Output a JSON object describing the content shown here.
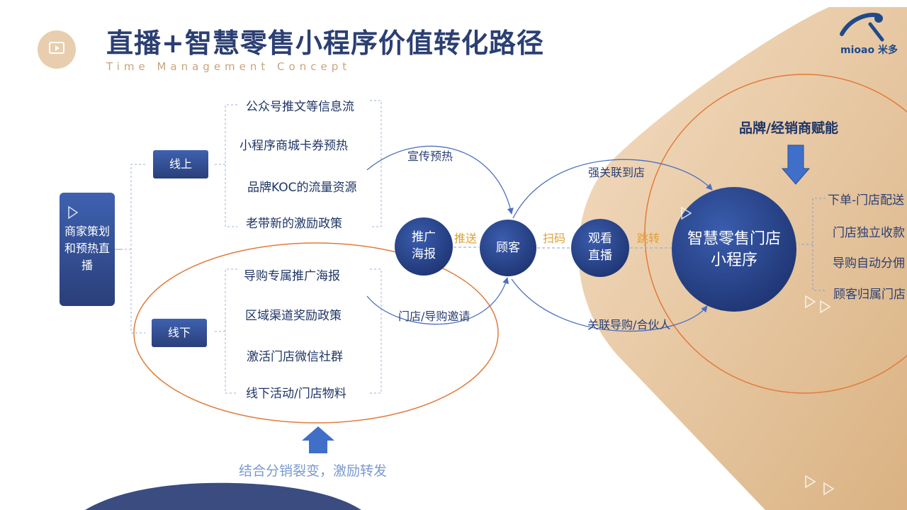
{
  "header": {
    "title": "直播+智慧零售小程序价值转化路径",
    "subtitle": "Time Management Concept"
  },
  "logo": {
    "text": "mioao 米多"
  },
  "diagram": {
    "start_node": "商家策划和预热直播",
    "online_label": "线上",
    "offline_label": "线下",
    "online_items": [
      "公众号推文等信息流",
      "小程序商城卡券预热",
      "品牌KOC的流量资源",
      "老带新的激励政策"
    ],
    "offline_items": [
      "导购专属推广海报",
      "区域渠道奖励政策",
      "激活门店微信社群",
      "线下活动/门店物料"
    ],
    "promo_poster": "推广海报",
    "customer": "顾客",
    "watch_live": "观看直播",
    "store_program": "智慧零售门店小程序",
    "edges": {
      "promo_warmup": "宣传预热",
      "push": "推送",
      "scan": "扫码",
      "jump": "跳转",
      "store_invite": "门店/导购邀请",
      "strong_link": "强关联到店",
      "guide_partner": "关联导购/合伙人"
    },
    "brand_empower": "品牌/经销商赋能",
    "right_items": [
      "下单-门店配送",
      "门店独立收款",
      "导购自动分佣",
      "顾客归属门店"
    ],
    "footer": "结合分销裂变，激励转发"
  },
  "colors": {
    "navy": "#2b3f73",
    "blue_circle": "#2a4a95",
    "tan": "#e9c9a0",
    "orange_line": "#e27b3a",
    "arrow_blue": "#4a78c9"
  }
}
